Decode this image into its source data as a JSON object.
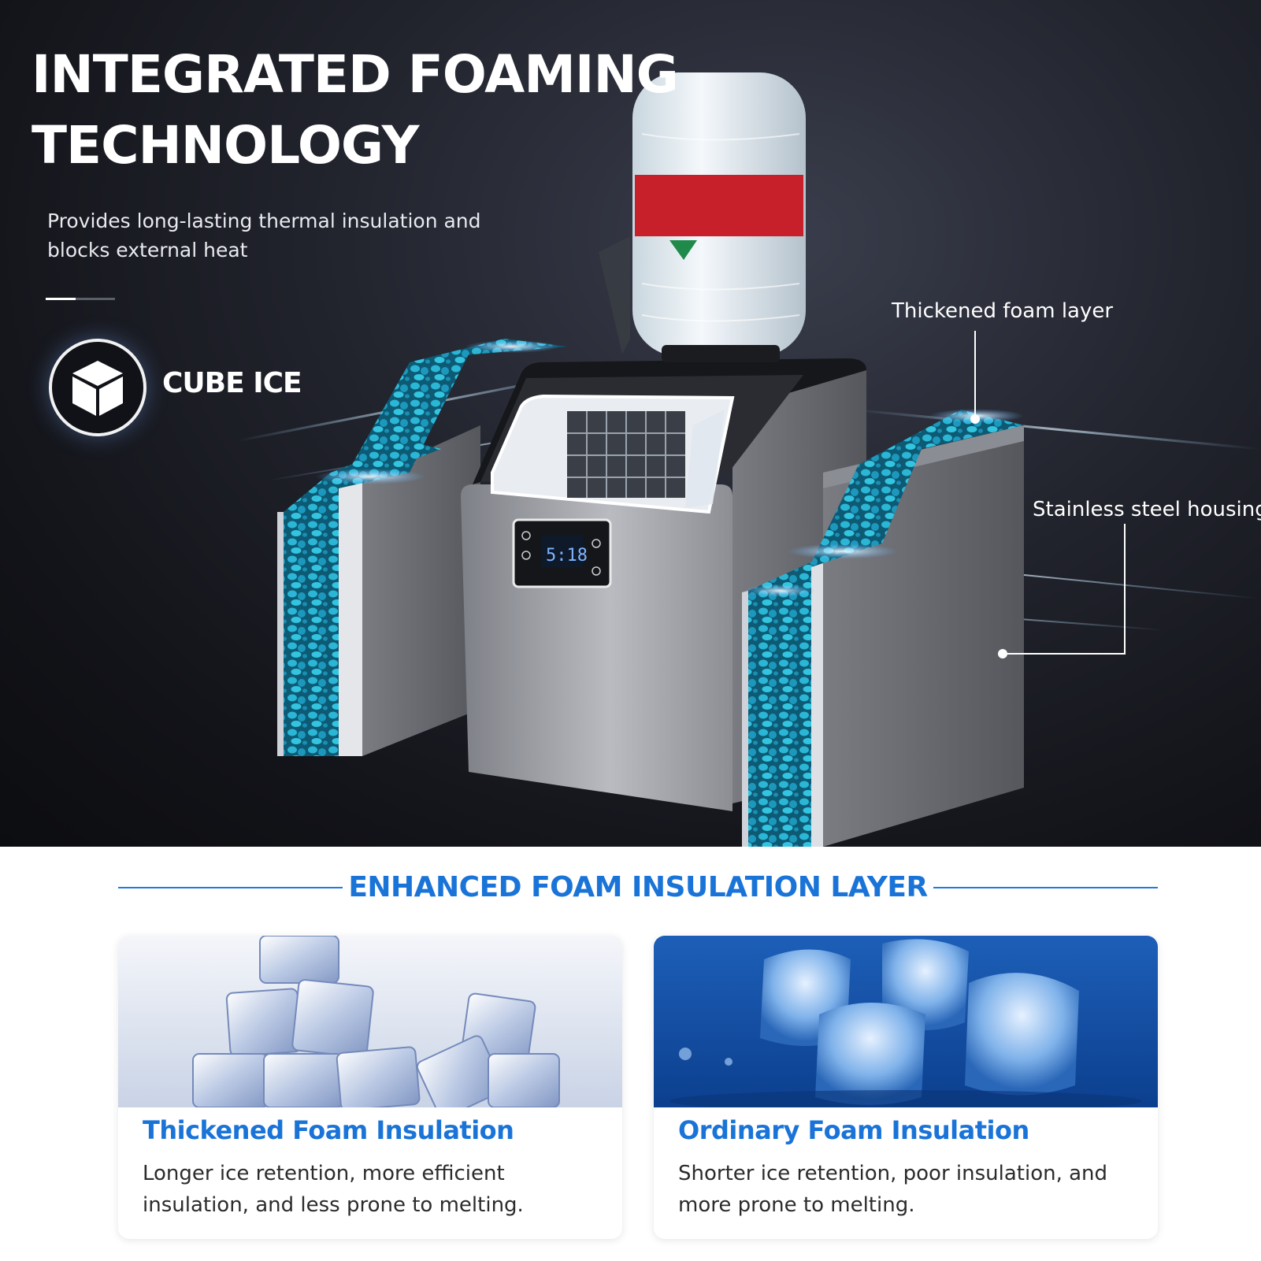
{
  "hero": {
    "headline_line1": "INTEGRATED FOAMING",
    "headline_line2": "TECHNOLOGY",
    "subtitle": "Provides long-lasting thermal insulation and blocks external heat",
    "badge_label": "CUBE ICE",
    "callouts": {
      "foam_layer": "Thickened foam layer",
      "housing": "Stainless steel housing"
    }
  },
  "comparison": {
    "title": "ENHANCED FOAM INSULATION LAYER",
    "cards": [
      {
        "title": "Thickened Foam Insulation",
        "description": "Longer ice retention, more efficient insulation, and less prone to melting."
      },
      {
        "title": "Ordinary Foam Insulation",
        "description": "Shorter ice retention, poor insulation, and more prone to melting."
      }
    ]
  },
  "colors": {
    "accent_blue": "#1a74d8",
    "foam_cyan": "#1aa5c8",
    "hero_dark": "#121318",
    "steel": "#9a9ca2"
  },
  "icons": [
    "cube-icon",
    "water-bottle-icon",
    "ice-maker-illustration",
    "callout-dot-icon"
  ]
}
